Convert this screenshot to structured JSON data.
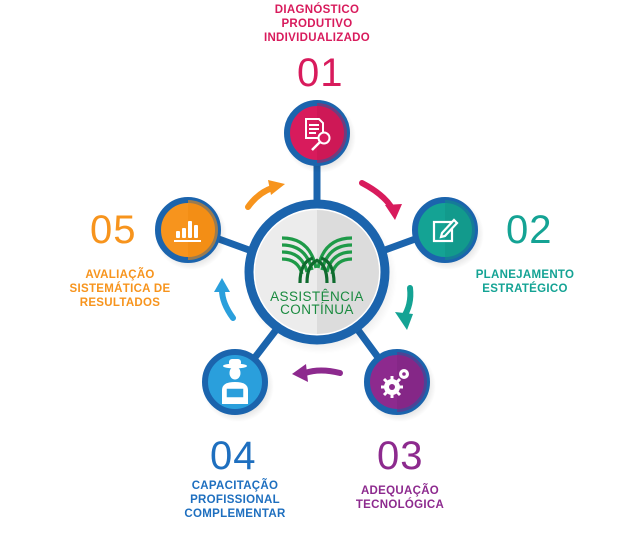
{
  "center": {
    "line1": "ASSISTÊNCIA",
    "line2": "CONTÍNUA",
    "logo": "leaf-arc-logo-icon",
    "ring_color": "#1b64ad",
    "logo_color": "#138a3b",
    "text_color": "#1a8a3f"
  },
  "steps": [
    {
      "number": "01",
      "title": "DIAGNÓSTICO\nPRODUTIVO\nINDIVIDUALIZADO",
      "icon": "document-search-icon",
      "color": "#d81b5c"
    },
    {
      "number": "02",
      "title": "PLANEJAMENTO\nESTRATÉGICO",
      "icon": "edit-pencil-icon",
      "color": "#14a394"
    },
    {
      "number": "03",
      "title": "ADEQUAÇÃO\nTECNOLÓGICA",
      "icon": "gears-icon",
      "color": "#8d2a8e"
    },
    {
      "number": "04",
      "title": "CAPACITAÇÃO\nPROFISSIONAL\nCOMPLEMENTAR",
      "icon": "farmer-reading-icon",
      "color": "#2a9fdc"
    },
    {
      "number": "05",
      "title": "AVALIAÇÃO\nSISTEMÁTICA DE\nRESULTADOS",
      "icon": "bar-chart-icon",
      "color": "#f7941d"
    }
  ],
  "numbers_colors": {
    "01": "#d81b5c",
    "02": "#14a394",
    "03": "#8d2a8e",
    "04": "#1e6fbf",
    "05": "#f7941d"
  }
}
